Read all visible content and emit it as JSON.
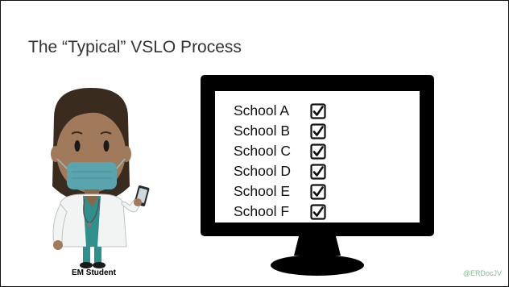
{
  "slide": {
    "title": "The “Typical” VSLO Process",
    "student_label": "EM Student",
    "credit": "@ERDocJV"
  },
  "checklist": {
    "items": [
      {
        "label": "School A",
        "checked": true
      },
      {
        "label": "School B",
        "checked": true
      },
      {
        "label": "School C",
        "checked": true
      },
      {
        "label": "School D",
        "checked": true
      },
      {
        "label": "School E",
        "checked": true
      },
      {
        "label": "School F",
        "checked": true
      }
    ],
    "check_icon": "checked-box-icon"
  },
  "colors": {
    "accent": "#7bbf8e",
    "skin": "#a07a5a",
    "hair": "#3a2b1f",
    "mask": "#5aa4ad",
    "scrubs": "#2f8f8c",
    "monitor": "#000000"
  }
}
